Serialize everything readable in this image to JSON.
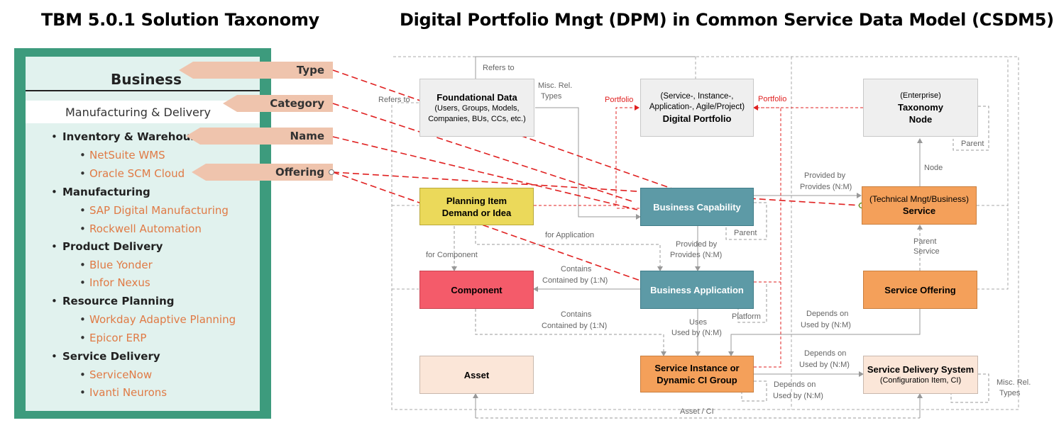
{
  "titles": {
    "tbm": "TBM 5.0.1 Solution Taxonomy",
    "dpm": "Digital Portfolio Mngt (DPM) in Common Service Data Model (CSDM5)"
  },
  "taxonomy": {
    "type_value": "Business",
    "category_value": "Manufacturing & Delivery",
    "groups": [
      {
        "name": "Inventory & Warehousing",
        "offerings": [
          "NetSuite WMS",
          "Oracle SCM Cloud"
        ]
      },
      {
        "name": "Manufacturing",
        "offerings": [
          "SAP Digital Manufacturing",
          "Rockwell Automation"
        ]
      },
      {
        "name": "Product Delivery",
        "offerings": [
          "Blue Yonder",
          "Infor Nexus"
        ]
      },
      {
        "name": "Resource Planning",
        "offerings": [
          "Workday Adaptive Planning",
          "Epicor ERP"
        ]
      },
      {
        "name": "Service Delivery",
        "offerings": [
          "ServiceNow",
          "Ivanti Neurons"
        ]
      }
    ]
  },
  "tags": {
    "type": "Type",
    "category": "Category",
    "name": "Name",
    "offering": "Offering"
  },
  "boxes": {
    "foundational": {
      "title": "Foundational Data",
      "detail": "(Users, Groups, Models, Companies, BUs, CCs, etc.)"
    },
    "portfolio": {
      "detail": "(Service-, Instance-, Application-, Agile/Project)",
      "title": "Digital Portfolio"
    },
    "taxonomy_node": {
      "detail": "(Enterprise)",
      "title_1": "Taxonomy",
      "title_2": "Node"
    },
    "planning": {
      "line_1": "Planning Item",
      "line_2": "Demand or Idea"
    },
    "capability": "Business Capability",
    "service": {
      "detail": "(Technical Mngt/Business)",
      "title": "Service"
    },
    "component": "Component",
    "application": "Business Application",
    "offering": "Service Offering",
    "asset": "Asset",
    "instance": {
      "line_1": "Service Instance or",
      "line_2": "Dynamic CI Group"
    },
    "delivery": {
      "title": "Service Delivery System",
      "detail": "(Configuration Item, CI)"
    }
  },
  "labels": {
    "refers_to_top": "Refers to",
    "refers_to_left": "Refers to",
    "misc_rel_types_1": "Misc. Rel.",
    "misc_rel_types_2": "Types",
    "portfolio_left": "Portfolio",
    "portfolio_right": "Portfolio",
    "parent_taxonomy": "Parent",
    "node": "Node",
    "provided_by_1": "Provided by",
    "provided_by_2": "Provides (N:M)",
    "parent_capability": "Parent",
    "for_application": "for Application",
    "for_component": "for Component",
    "provided_by_app_1": "Provided by",
    "provided_by_app_2": "Provides (N:M)",
    "parent_service_1": "Parent",
    "parent_service_2": "Service",
    "contains_1a": "Contains",
    "contains_1b": "Contained by (1:N)",
    "platform": "Platform",
    "contains_2a": "Contains",
    "contains_2b": "Contained by (1:N)",
    "uses_1": "Uses",
    "uses_2": "Used by (N:M)",
    "depends_on_1a": "Depends on",
    "depends_on_1b": "Used by (N:M)",
    "depends_on_2a": "Depends on",
    "depends_on_2b": "Used by (N:M)",
    "depends_on_3a": "Depends on",
    "depends_on_3b": "Used by (N:M)",
    "misc_rel_types_b1": "Misc. Rel.",
    "misc_rel_types_b2": "Types",
    "asset_ci": "Asset / CI"
  },
  "colors": {
    "panel_green": "#3d9b7d",
    "panel_fill": "#e1f2ee",
    "tag": "#efc4ad",
    "offering_text": "#e07a45",
    "teal": "#5d9aa6",
    "orange": "#f4a05a",
    "yellow": "#ebd95a",
    "red": "#f45b6a",
    "peach": "#fbe6d8",
    "mapping_line": "#e02020"
  }
}
